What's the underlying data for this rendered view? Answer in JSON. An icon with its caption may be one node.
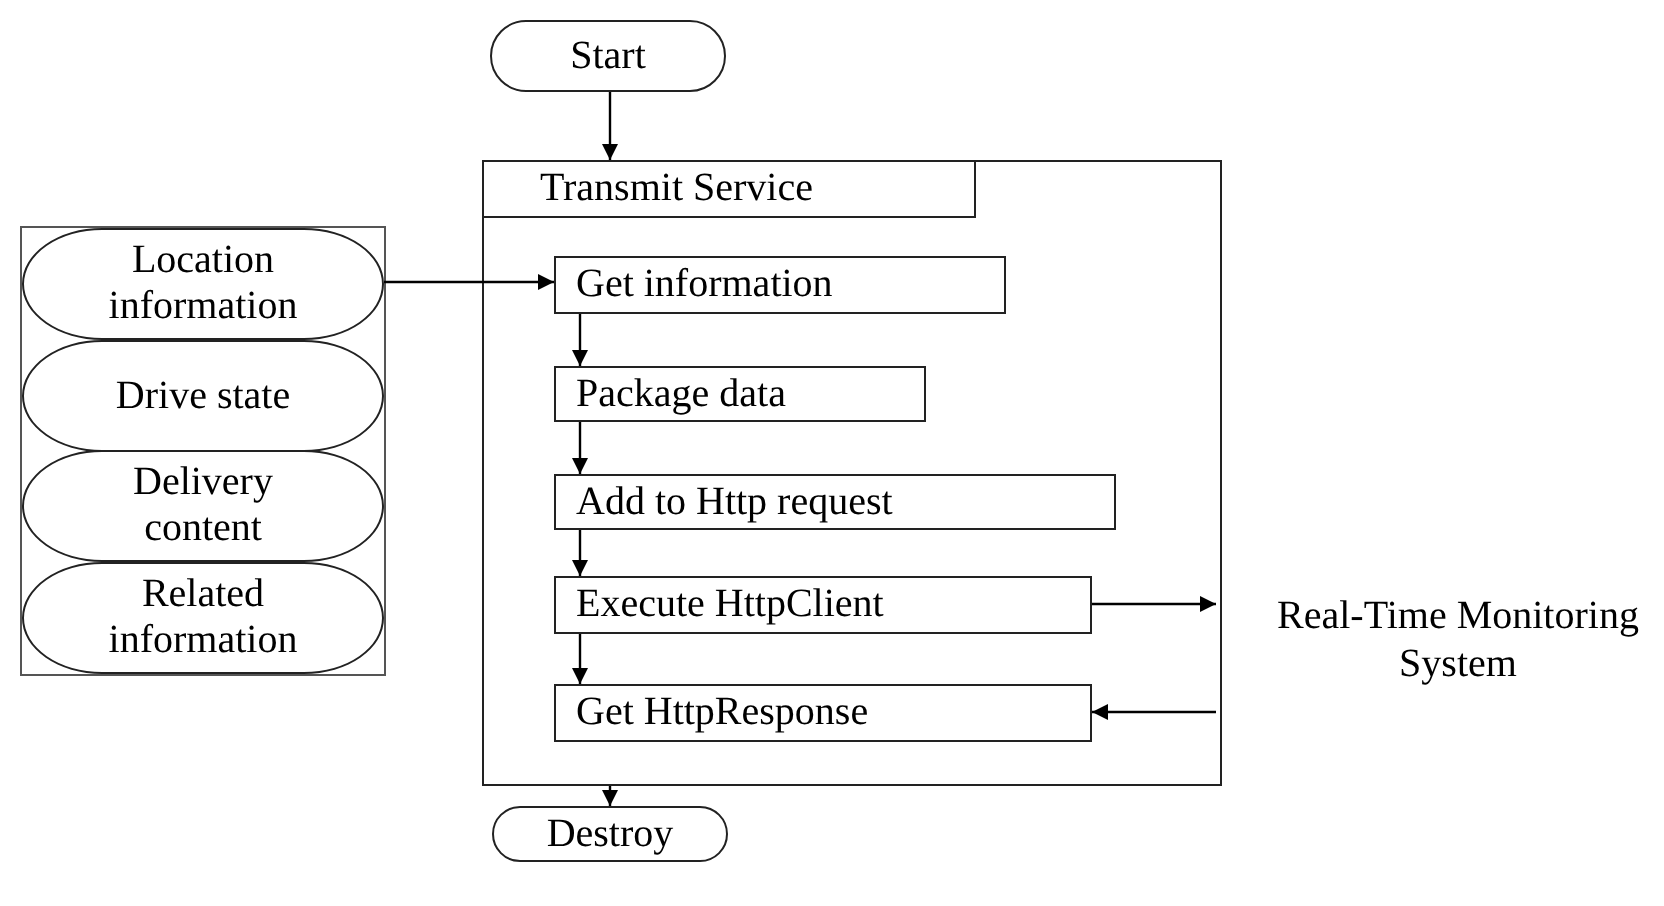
{
  "diagram": {
    "nodes": [
      {
        "text": [
          "Start"
        ]
      },
      {
        "text": [
          "Transmit Service"
        ]
      },
      {
        "text": [
          "Get information"
        ],
        "in": 1
      },
      {
        "text": [
          "Package data"
        ],
        "in": 1
      },
      {
        "text": [
          "Add to Http request"
        ],
        "in": 1
      },
      {
        "text": [
          "Execute HttpClient"
        ],
        "in": 1
      },
      {
        "text": [
          "Get HttpResponse"
        ],
        "in": 1
      },
      {
        "text": [
          "Destroy"
        ]
      },
      {
        "text": [],
        "shape": "box"
      },
      {
        "text": [
          "Location information"
        ],
        "in": 8
      },
      {
        "text": [
          "Drive state"
        ],
        "in": 8
      },
      {
        "text": [
          "Delivery content"
        ],
        "in": 8
      },
      {
        "text": [
          "Related information"
        ],
        "in": 8
      },
      {
        "text": [
          "Real-Time Monitoring System"
        ]
      }
    ],
    "edges": [
      {
        "from": 0,
        "to": 1,
        "arrow": "to"
      },
      {
        "from": 9,
        "to": 2,
        "arrow": "to"
      },
      {
        "from": 2,
        "to": 3,
        "arrow": "to"
      },
      {
        "from": 3,
        "to": 4,
        "arrow": "to"
      },
      {
        "from": 4,
        "to": 5,
        "arrow": "to"
      },
      {
        "from": 5,
        "to": 6,
        "arrow": "to"
      },
      {
        "from": 5,
        "to": 13,
        "arrow": "to"
      },
      {
        "from": 13,
        "to": 6,
        "arrow": "to"
      },
      {
        "from": 1,
        "to": 7,
        "arrow": "to"
      }
    ]
  }
}
